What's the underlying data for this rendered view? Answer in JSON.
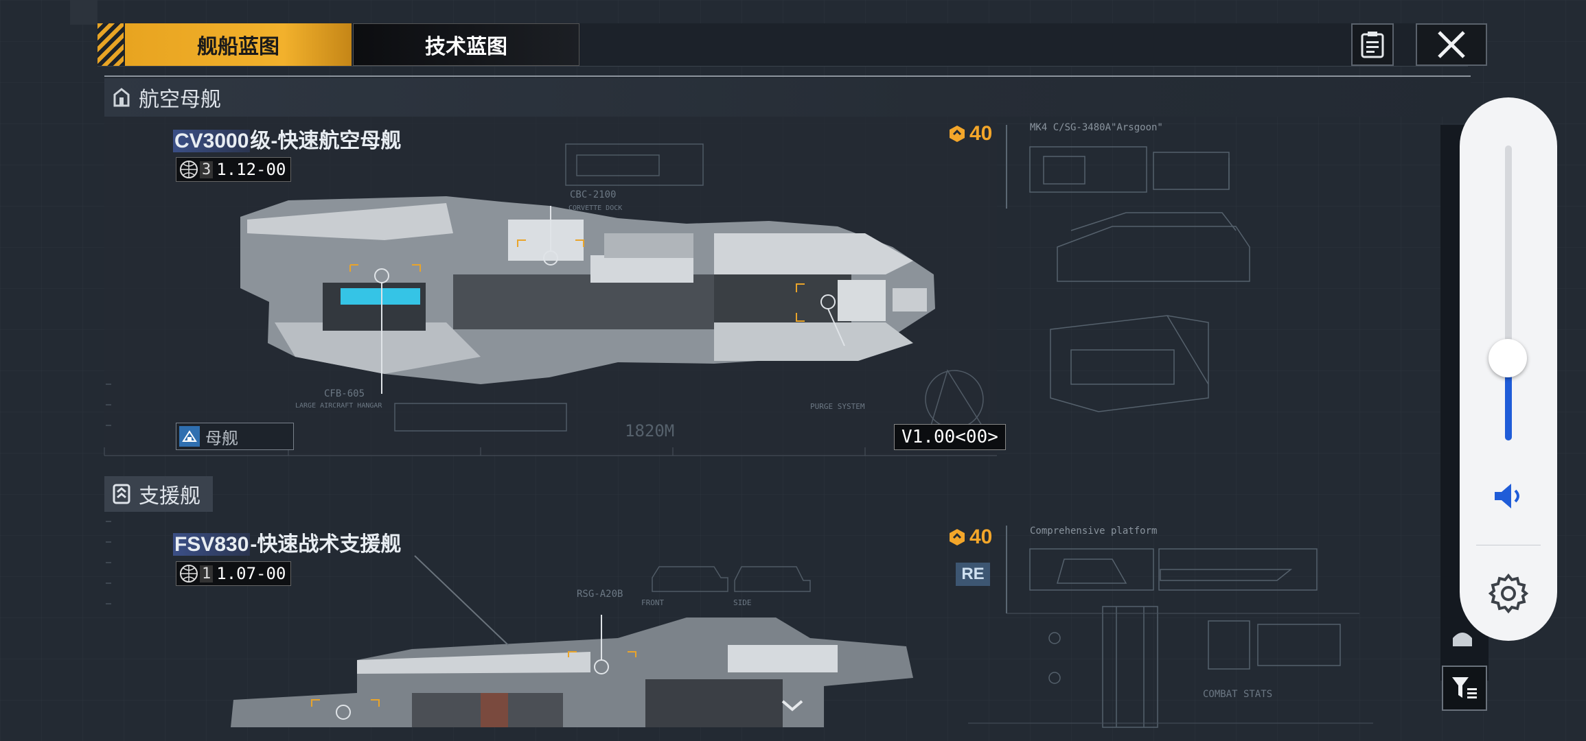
{
  "tabs": {
    "ship_blueprint": "舰船蓝图",
    "tech_blueprint": "技术蓝图"
  },
  "sections": {
    "carrier": "航空母舰",
    "support": "支援舰"
  },
  "ships": [
    {
      "name_code": "CV3000",
      "name_rest": "级-快速航空母舰",
      "level": "3",
      "version": "1.12-00",
      "cost": "40",
      "type": "母舰",
      "build_version": "V1.00<00>",
      "length": "1820M",
      "module_labels": [
        "CBC-2100",
        "CORVETTE DOCK",
        "CFB-605",
        "LARGE AIRCRAFT HANGAR",
        "PURGE SYSTEM"
      ],
      "side_title": "MK4 C/SG-3480A\"Arsgoon\""
    },
    {
      "name_code": "FSV830",
      "name_rest": "-快速战术支援舰",
      "level": "1",
      "version": "1.07-00",
      "cost": "40",
      "badge": "RE",
      "module_labels": [
        "RSG-A20B",
        "FRONT",
        "SIDE",
        "COMBAT STATS"
      ],
      "side_title": "Comprehensive platform"
    }
  ],
  "volume": {
    "level": 0.28
  },
  "icons": {
    "notes": "notes-icon",
    "close": "close-icon",
    "filter": "filter-icon",
    "speaker": "speaker-icon",
    "settings": "settings-gear-icon",
    "cost": "cost-hex-icon",
    "globe": "globe-icon",
    "chevron": "chevron-down-icon"
  },
  "colors": {
    "accent": "#f2b12c",
    "cost": "#f3a62a",
    "volume": "#1f5cd8",
    "highlight": "#3b4f86"
  }
}
